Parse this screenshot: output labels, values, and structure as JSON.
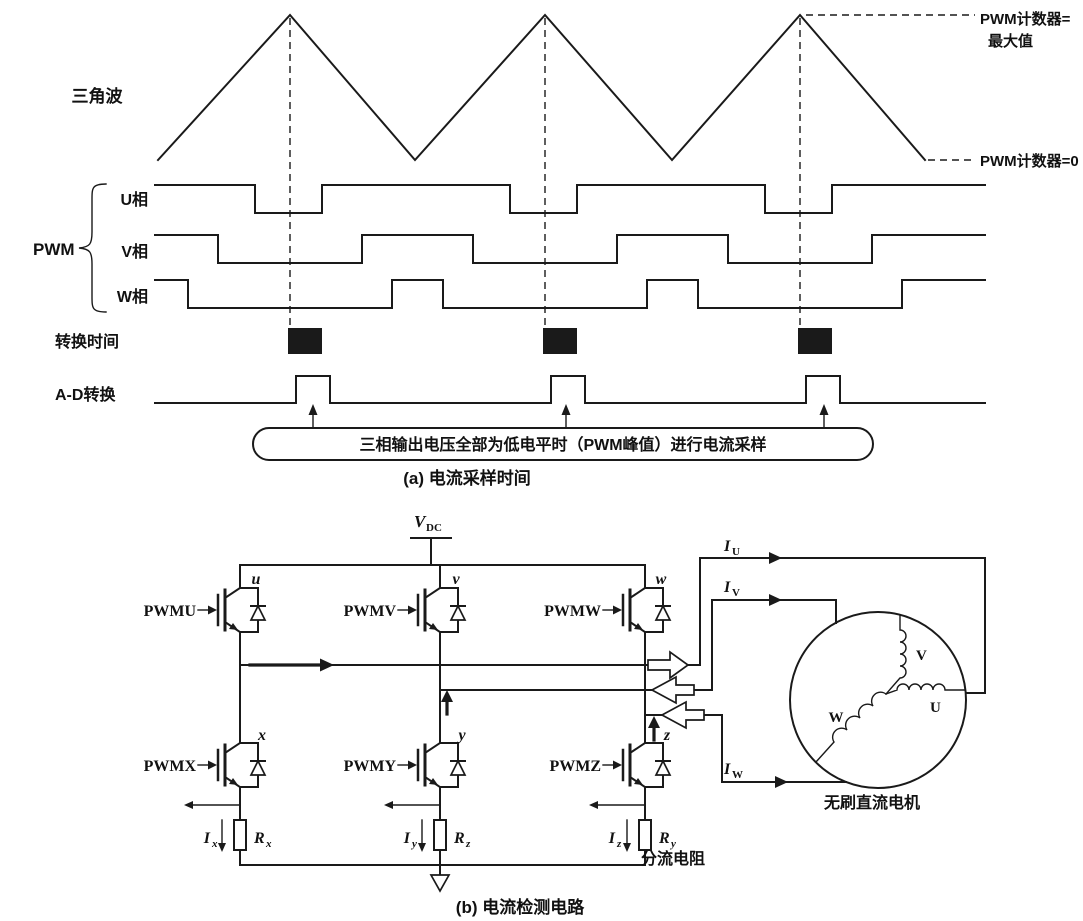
{
  "part_a": {
    "caption": "(a) 电流采样时间",
    "triangle_wave_label": "三角波",
    "pwm_label": "PWM",
    "phase_u_label": "U相",
    "phase_v_label": "V相",
    "phase_w_label": "W相",
    "conversion_time_label": "转换时间",
    "ad_conversion_label": "A-D转换",
    "counter_max_line1": "PWM计数器=",
    "counter_max_line2": "最大值",
    "counter_zero": "PWM计数器=0",
    "sampling_note": "三相输出电压全部为低电平时（PWM峰值）进行电流采样"
  },
  "part_b": {
    "caption": "(b) 电流检测电路",
    "vdc_base": "V",
    "vdc_sub": "DC",
    "gate_labels": {
      "u": "PWMU",
      "v": "PWMV",
      "w": "PWMW",
      "x": "PWMX",
      "y": "PWMY",
      "z": "PWMZ"
    },
    "transistor_labels": {
      "u": "u",
      "v": "v",
      "w": "w",
      "x": "x",
      "y": "y",
      "z": "z"
    },
    "iu_base": "I",
    "iu_sub": "U",
    "iv_base": "I",
    "iv_sub": "V",
    "iw_base": "I",
    "iw_sub": "W",
    "ix_base": "I",
    "ix_sub": "x",
    "iy_base": "I",
    "iy_sub": "y",
    "iz_base": "I",
    "iz_sub": "z",
    "rx_base": "R",
    "rx_sub": "x",
    "rz_base": "R",
    "rz_sub": "z",
    "ry_base": "R",
    "ry_sub": "y",
    "shunt_label": "分流电阻",
    "motor_label": "无刷直流电机",
    "winding_u": "U",
    "winding_v": "V",
    "winding_w": "W"
  }
}
